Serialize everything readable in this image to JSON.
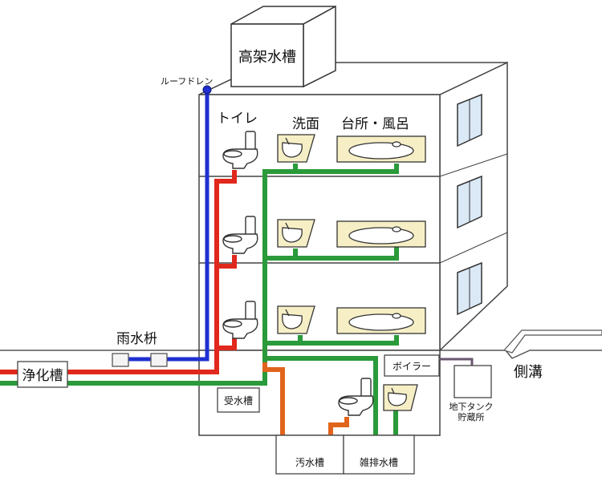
{
  "labels": {
    "elevated_tank": "高架水槽",
    "roof_drain": "ルーフドレン",
    "toilet": "トイレ",
    "washbasin": "洗面",
    "kitchen_bath": "台所・風呂",
    "rain_pit": "雨水枡",
    "septic_tank": "浄化槽",
    "boiler": "ボイラー",
    "side_ditch": "側溝",
    "receiving_tank": "受水槽",
    "underground_tank_line1": "地下タンク",
    "underground_tank_line2": "貯蔵所",
    "sewage_tank": "汚水槽",
    "gray_water_tank": "雑排水槽"
  },
  "colors": {
    "rain_pipe": "#1f2fd0",
    "sewage_pipe": "#e0281c",
    "gray_pipe": "#2a9a3a",
    "basement_pipe": "#e0641c",
    "fixture_fill": "#f6efc6",
    "outline": "#333333"
  }
}
